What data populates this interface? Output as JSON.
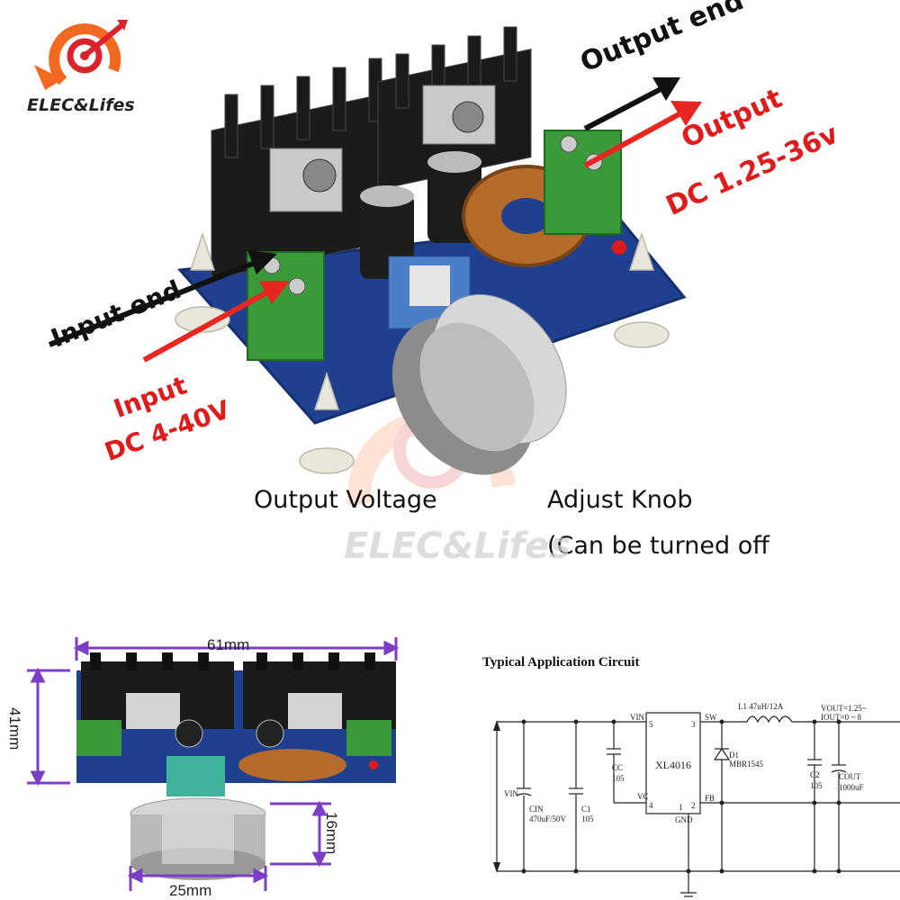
{
  "brand": {
    "logo_text": "ELEC&Lifes",
    "watermark_text": "ELEC&Lifes",
    "colors": {
      "logo_orange": "#f26a21",
      "logo_red": "#d9232d",
      "arrow_red": "#e8251f",
      "arrow_black": "#111111",
      "dim_purple": "#7b3fc6",
      "pcb_blue": "#1f3f8f",
      "terminal_green": "#3a9a3a"
    }
  },
  "product": {
    "label_output_end": "Output end",
    "label_output_line1": "Output",
    "label_output_line2": "DC 1.25-36v",
    "label_input_end": "Input end",
    "label_input_line1": "Input",
    "label_input_line2": "DC 4-40V",
    "caption_left": "Output Voltage",
    "caption_right_line1": "Adjust Knob",
    "caption_right_line2": "(Can be turned off"
  },
  "dimensions": {
    "width_label": "61mm",
    "height_label": "41mm",
    "knob_height_label": "16mm",
    "knob_width_label": "25mm"
  },
  "circuit": {
    "title": "Typical Application Circuit",
    "chip_name": "XL4016",
    "pin_vin": "VIN",
    "pin_vc": "VC",
    "pin_sw": "SW",
    "pin_fb": "FB",
    "pin_gnd": "GND",
    "pin5": "5",
    "pin4": "4",
    "pin3": "3",
    "pin1": "1",
    "pin2": "2",
    "inductor": "L1 47uH/12A",
    "diode_ref": "D1",
    "diode_part": "MBR1545",
    "vout_line": "VOUT=1.25~",
    "iout_line": "IOUT=0 ~ 8",
    "vin_label": "VIN",
    "cc_ref": "CC",
    "cc_val": "105",
    "cin_ref": "CIN",
    "cin_val": "470uF/50V",
    "c1_ref": "C1",
    "c1_val": "105",
    "c2_ref": "C2",
    "c2_val": "105",
    "cout_ref": "COUT",
    "cout_val": "1000uF"
  }
}
